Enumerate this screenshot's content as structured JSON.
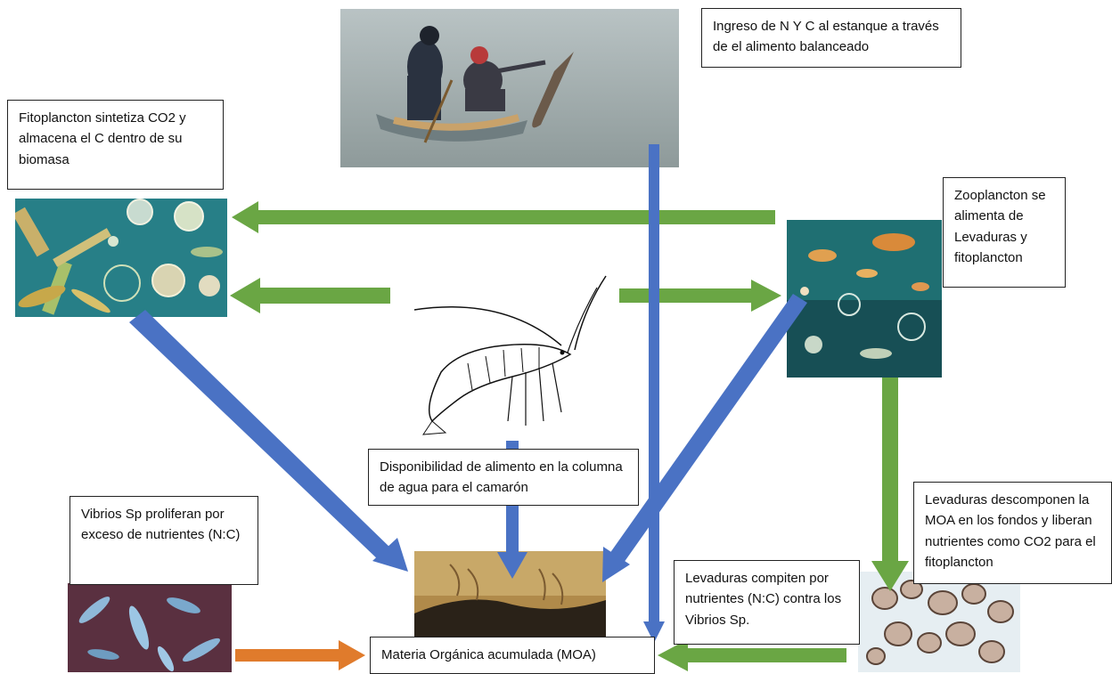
{
  "labels": {
    "ingreso": "Ingreso de N Y C al estanque a través de el alimento balanceado",
    "fitoplancton": "Fitoplancton sintetiza CO2 y almacena el C dentro de su biomasa",
    "zooplancton": "Zooplancton se alimenta de Levaduras y fitoplancton",
    "disponibilidad": "Disponibilidad de alimento en la columna de agua para el camarón",
    "vibrios": "Vibrios Sp proliferan por exceso de nutrientes (N:C)",
    "levaduras_descomponen": "Levaduras descomponen la MOA en los fondos y liberan nutrientes como CO2 para el fitoplancton",
    "levaduras_compiten": "Levaduras compiten por nutrientes (N:C) contra los Vibrios Sp.",
    "moa": "Materia Orgánica acumulada (MOA)"
  },
  "colors": {
    "green_arrow": "#6aa644",
    "blue_arrow": "#4a72c4",
    "orange_arrow": "#e07b2c"
  },
  "images": [
    "canoe-feeding-photo",
    "phytoplankton-image",
    "zooplankton-image",
    "shrimp-drawing",
    "sediment-photo",
    "vibrio-bacteria-image",
    "yeast-cells-image"
  ]
}
